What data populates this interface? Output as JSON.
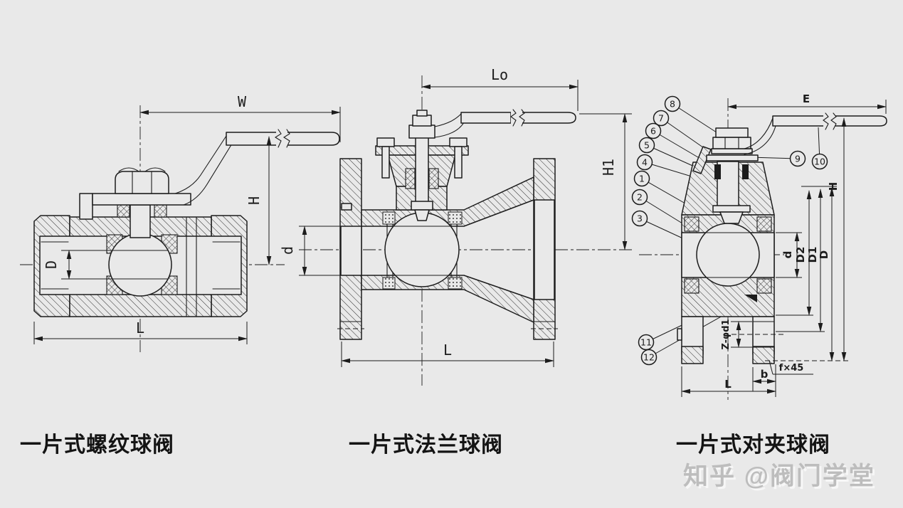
{
  "page": {
    "background": "#e9e9e9",
    "line_color": "#1c1c1c"
  },
  "watermark": {
    "text": "知乎 @阀门学堂"
  },
  "valves": [
    {
      "caption": "一片式螺纹球阀",
      "labels": {
        "w": "W",
        "h": "H",
        "bore": "D",
        "l": "L"
      }
    },
    {
      "caption": "一片式法兰球阀",
      "labels": {
        "top": "Lo",
        "h": "H1",
        "bore": "d",
        "l": "L"
      }
    },
    {
      "caption": "一片式对夹球阀",
      "labels": {
        "top": "E",
        "h": "H",
        "bore": "d",
        "d2": "D2",
        "d1": "D1",
        "outer": "D",
        "bolts": "Z-φd1",
        "chamfer": "f×45",
        "b": "b",
        "l": "L"
      },
      "callouts": [
        "1",
        "2",
        "3",
        "4",
        "5",
        "6",
        "7",
        "8",
        "9",
        "10",
        "11",
        "12"
      ]
    }
  ]
}
